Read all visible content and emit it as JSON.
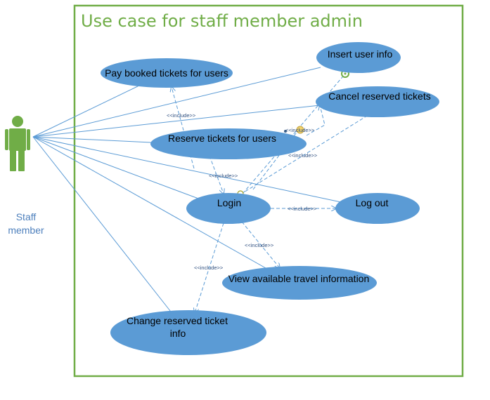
{
  "title": "Use case for staff member admin",
  "actor": {
    "label_line1": "Staff",
    "label_line2": "member"
  },
  "use_cases": {
    "pay": "Pay booked tickets for users",
    "insert": "Insert user info",
    "cancel": "Cancel reserved tickets",
    "reserve": "Reserve tickets for users",
    "login": "Login",
    "logout": "Log out",
    "view": "View available travel information",
    "change_line1": "Change reserved ticket",
    "change_line2": "info"
  },
  "relation_label": "<<include>>",
  "colors": {
    "frame": "#70ad47",
    "ellipse": "#5b9bd5",
    "actor": "#70ad47",
    "actor_label": "#4f81bd"
  }
}
